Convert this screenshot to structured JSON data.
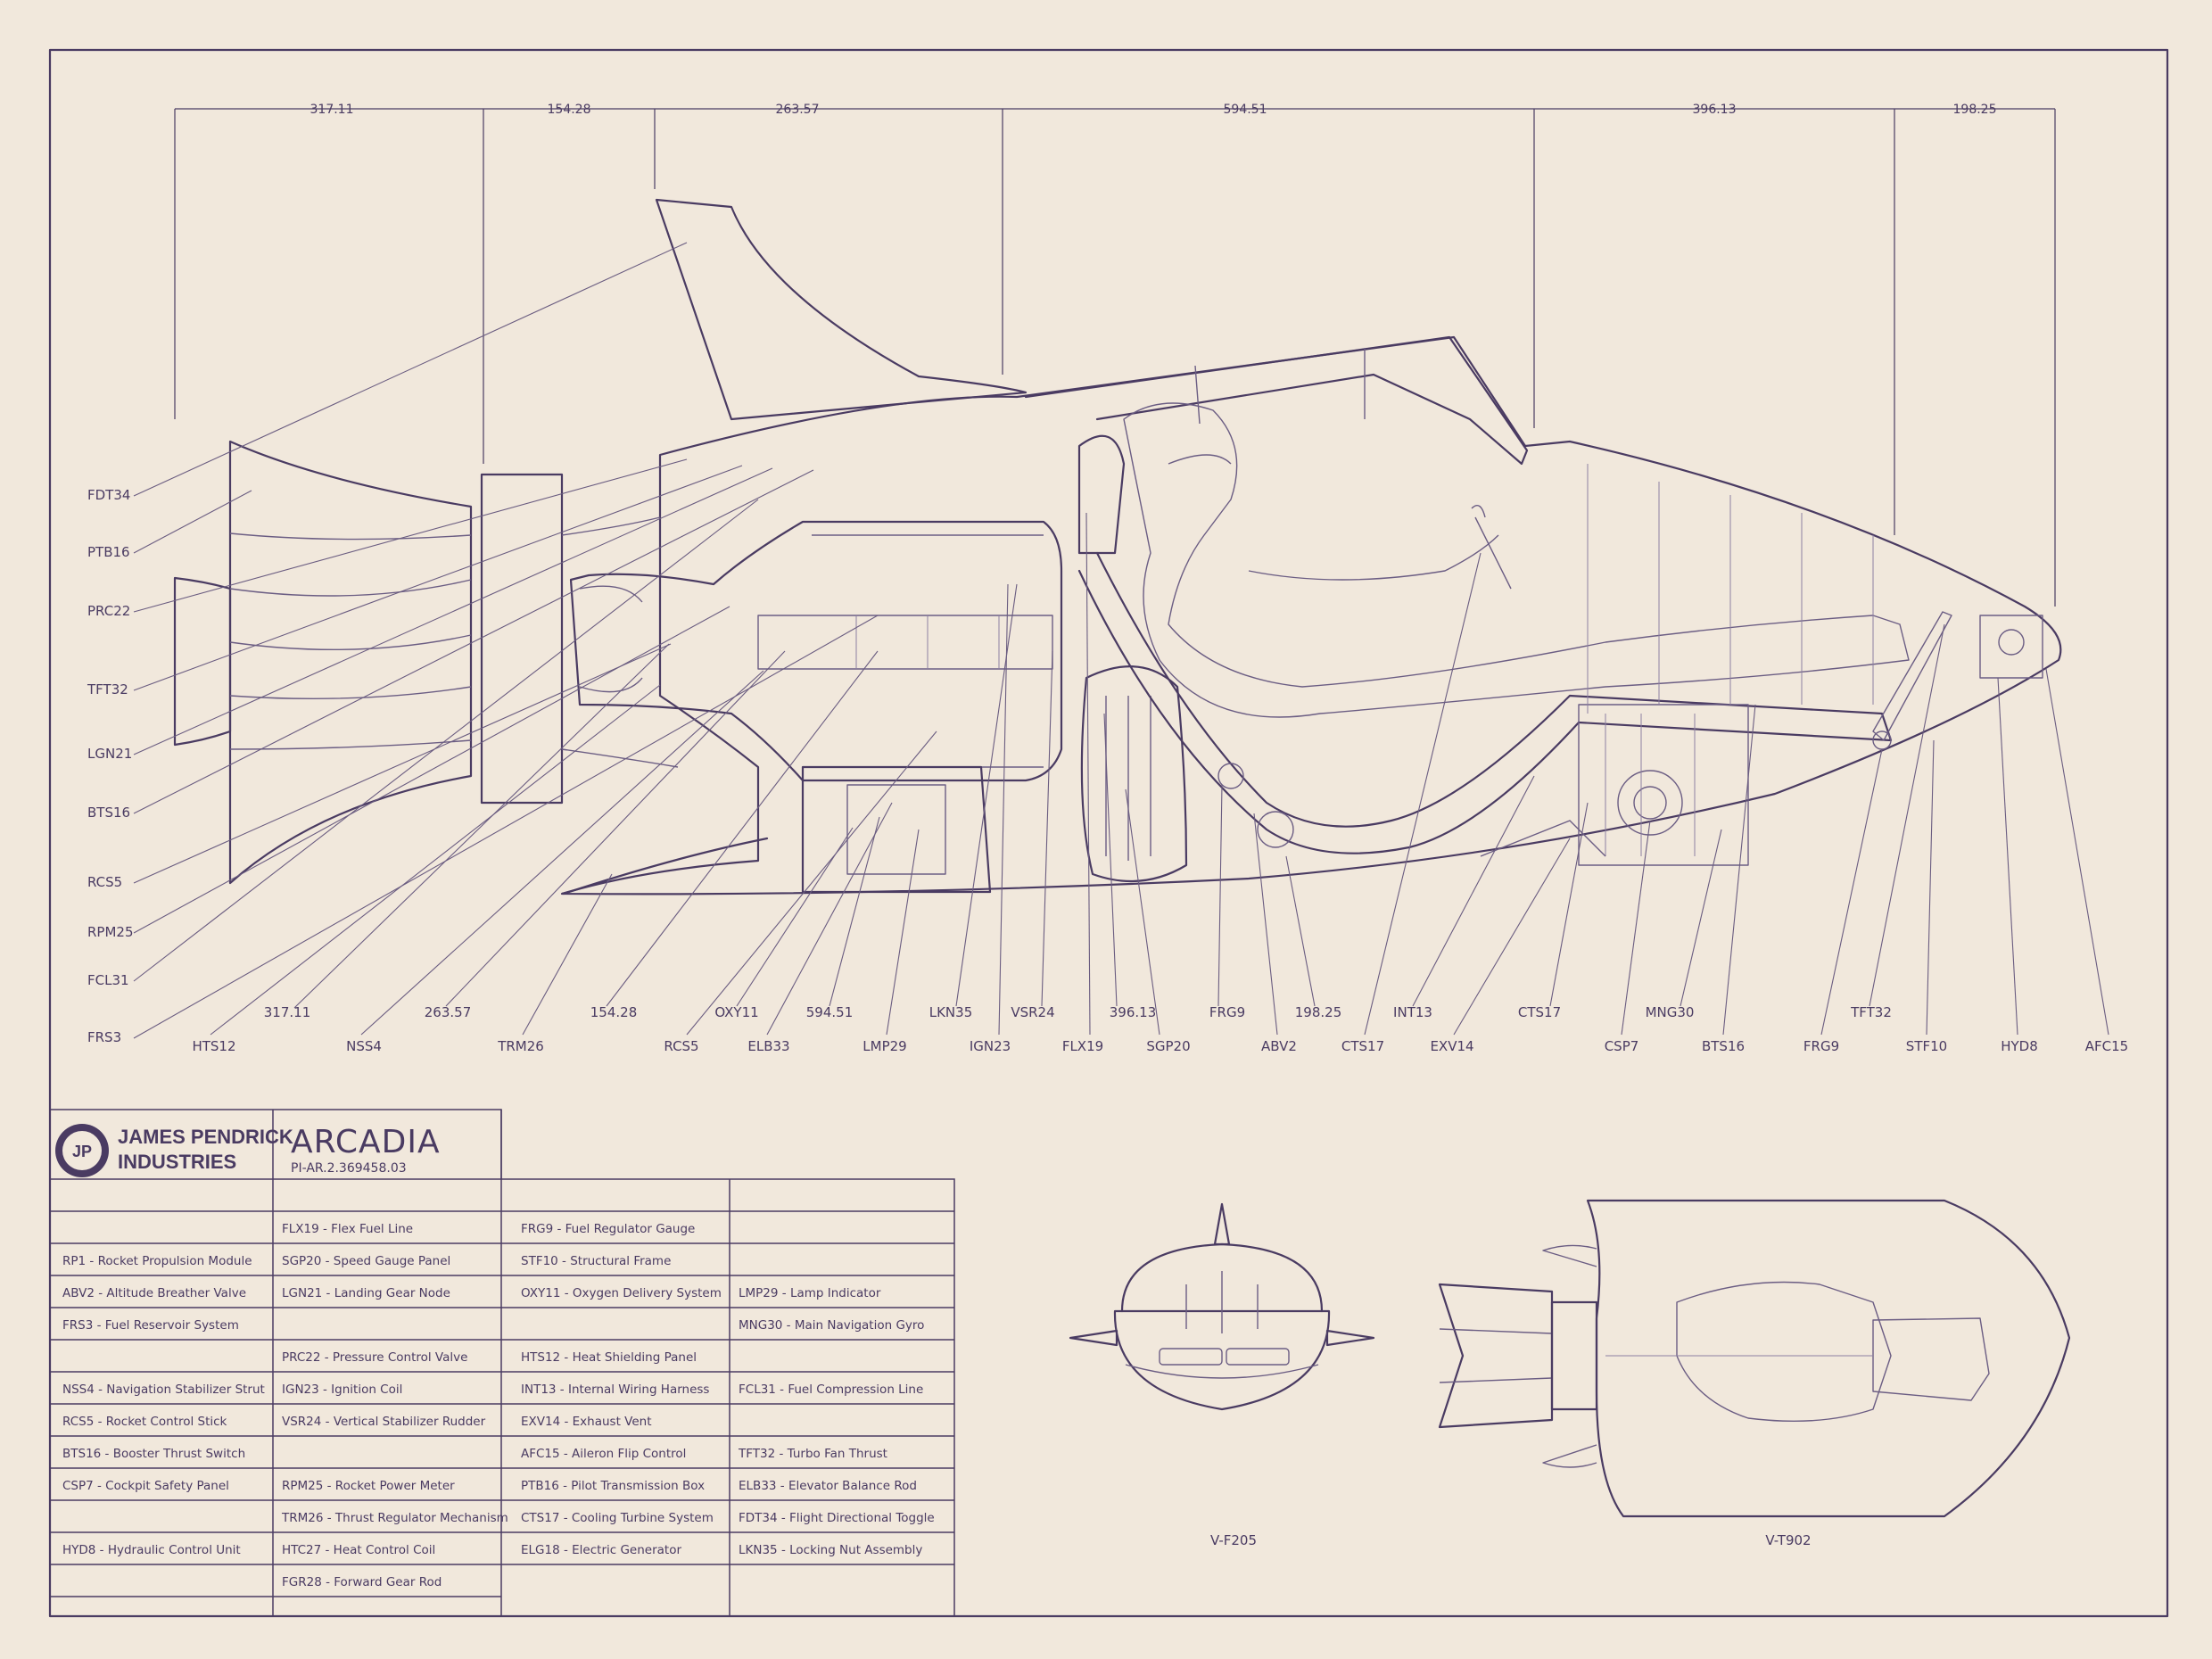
{
  "brand": {
    "company_line1": "JAMES PENDRICK",
    "company_line2": "INDUSTRIES",
    "logo_letter": "JP"
  },
  "title": {
    "name": "ARCADIA",
    "code": "PI-AR.2.369458.03"
  },
  "dimensions_top": [
    "317.11",
    "154.28",
    "263.57",
    "594.51",
    "396.13",
    "198.25"
  ],
  "callouts_left": [
    "FDT34",
    "PTB16",
    "PRC22",
    "TFT32",
    "LGN21",
    "BTS16",
    "RCS5",
    "RPM25",
    "FCL31",
    "FRS3"
  ],
  "callouts_bottom_row1": [
    "317.11",
    "263.57",
    "154.28",
    "OXY11",
    "594.51",
    "LKN35",
    "VSR24",
    "396.13",
    "FRG9",
    "198.25",
    "INT13",
    "CTS17",
    "MNG30",
    "TFT32"
  ],
  "callouts_bottom_row2": [
    "HTS12",
    "NSS4",
    "TRM26",
    "RCS5",
    "ELB33",
    "LMP29",
    "IGN23",
    "FLX19",
    "SGP20",
    "ABV2",
    "CTS17",
    "EXV14",
    "CSP7",
    "BTS16",
    "FRG9",
    "STF10",
    "HYD8",
    "AFC15"
  ],
  "parts_table": {
    "col1": [
      "",
      "RP1 - Rocket Propulsion Module",
      "ABV2 - Altitude Breather Valve",
      "FRS3 - Fuel Reservoir System",
      "",
      "NSS4 - Navigation Stabilizer Strut",
      "RCS5 - Rocket Control Stick",
      "BTS16 - Booster Thrust Switch",
      "CSP7 - Cockpit Safety Panel",
      "",
      "HYD8 - Hydraulic Control Unit",
      "",
      ""
    ],
    "col2": [
      "FLX19 - Flex Fuel Line",
      "SGP20 - Speed Gauge Panel",
      "LGN21 - Landing Gear Node",
      "",
      "PRC22 - Pressure Control Valve",
      "IGN23 - Ignition Coil",
      "VSR24 - Vertical Stabilizer Rudder",
      "",
      "RPM25 - Rocket Power Meter",
      "TRM26 - Thrust Regulator Mechanism",
      "HTC27 - Heat Control Coil",
      "FGR28 - Forward Gear Rod",
      ""
    ],
    "col3": [
      "FRG9 - Fuel Regulator Gauge",
      "STF10 - Structural Frame",
      "OXY11 - Oxygen Delivery System",
      "",
      "HTS12 - Heat Shielding Panel",
      "INT13 - Internal Wiring Harness",
      "EXV14 - Exhaust Vent",
      "AFC15 - Aileron Flip Control",
      "PTB16 - Pilot Transmission Box",
      "CTS17 - Cooling Turbine System",
      "ELG18 - Electric Generator",
      ""
    ],
    "col4": [
      "",
      "",
      "LMP29 - Lamp Indicator",
      "MNG30 - Main Navigation Gyro",
      "",
      "FCL31 - Fuel Compression Line",
      "",
      "TFT32 - Turbo Fan Thrust",
      "ELB33 - Elevator Balance Rod",
      "FDT34 - Flight Directional Toggle",
      "LKN35 - Locking Nut Assembly",
      ""
    ]
  },
  "views": {
    "front_label": "V-F205",
    "top_label": "V-T902"
  },
  "colors": {
    "paper": "#f1e8dc",
    "ink": "#4a3b62"
  }
}
